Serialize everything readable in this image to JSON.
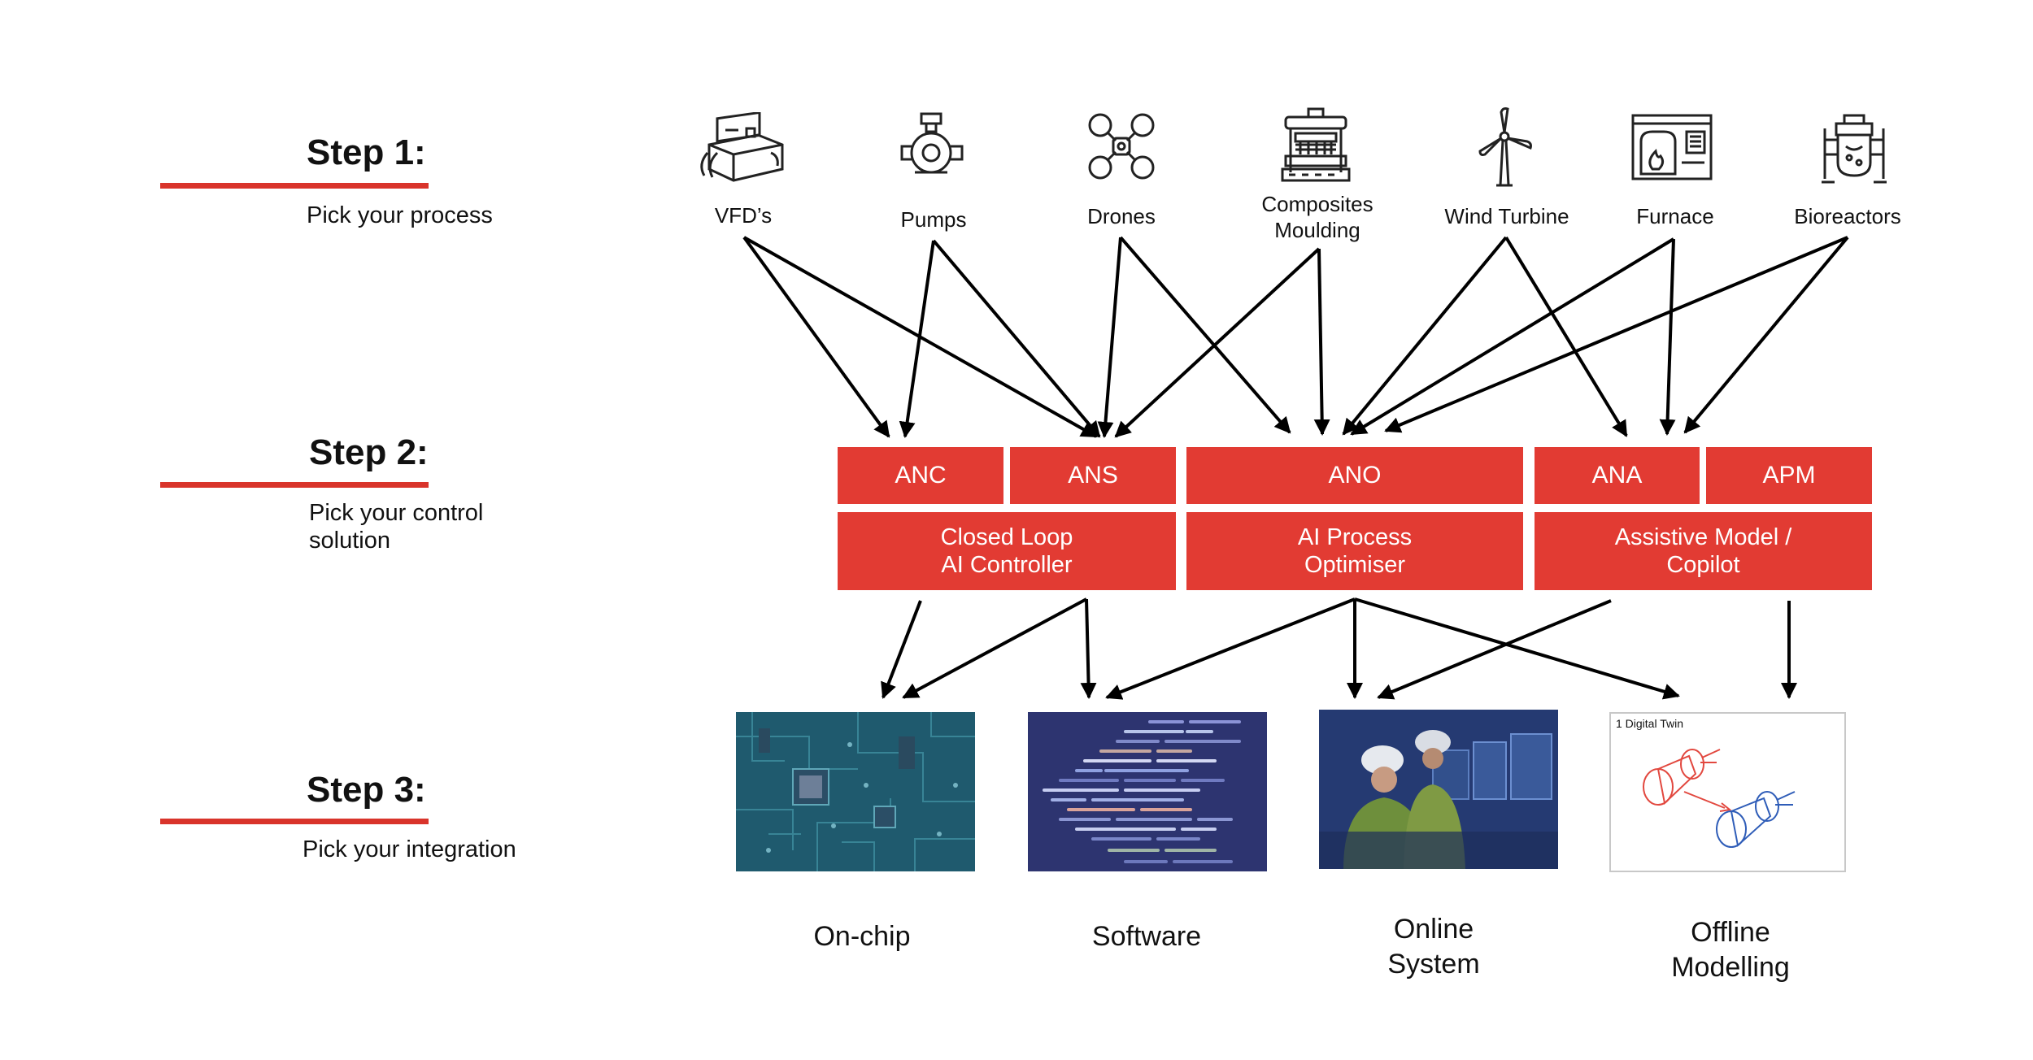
{
  "steps": [
    {
      "title": "Step 1:",
      "subtitle": "Pick your process"
    },
    {
      "title": "Step 2:",
      "subtitle": "Pick your control\nsolution"
    },
    {
      "title": "Step 3:",
      "subtitle": "Pick your integration"
    }
  ],
  "processes": [
    {
      "label": "VFD’s",
      "icon": "motor-drive-icon"
    },
    {
      "label": "Pumps",
      "icon": "pump-icon"
    },
    {
      "label": "Drones",
      "icon": "drone-icon"
    },
    {
      "label": "Composites\nMoulding",
      "icon": "press-icon"
    },
    {
      "label": "Wind Turbine",
      "icon": "wind-turbine-icon"
    },
    {
      "label": "Furnace",
      "icon": "furnace-icon"
    },
    {
      "label": "Bioreactors",
      "icon": "bioreactor-icon"
    }
  ],
  "solutions": {
    "codes": [
      "ANC",
      "ANS",
      "ANO",
      "ANA",
      "APM"
    ],
    "groups": [
      "Closed Loop\nAI Controller",
      "AI Process\nOptimiser",
      "Assistive Model /\nCopilot"
    ]
  },
  "integrations": [
    {
      "label": "On-chip",
      "image": "circuit-board-image"
    },
    {
      "label": "Software",
      "image": "source-code-image"
    },
    {
      "label": "Online\nSystem",
      "image": "control-room-engineers-image"
    },
    {
      "label": "Offline\nModelling",
      "image": "digital-twin-image",
      "caption": "1 Digital Twin"
    }
  ],
  "colors": {
    "accent": "#e23b33",
    "rule": "#d9342b",
    "arrow": "#000000"
  }
}
